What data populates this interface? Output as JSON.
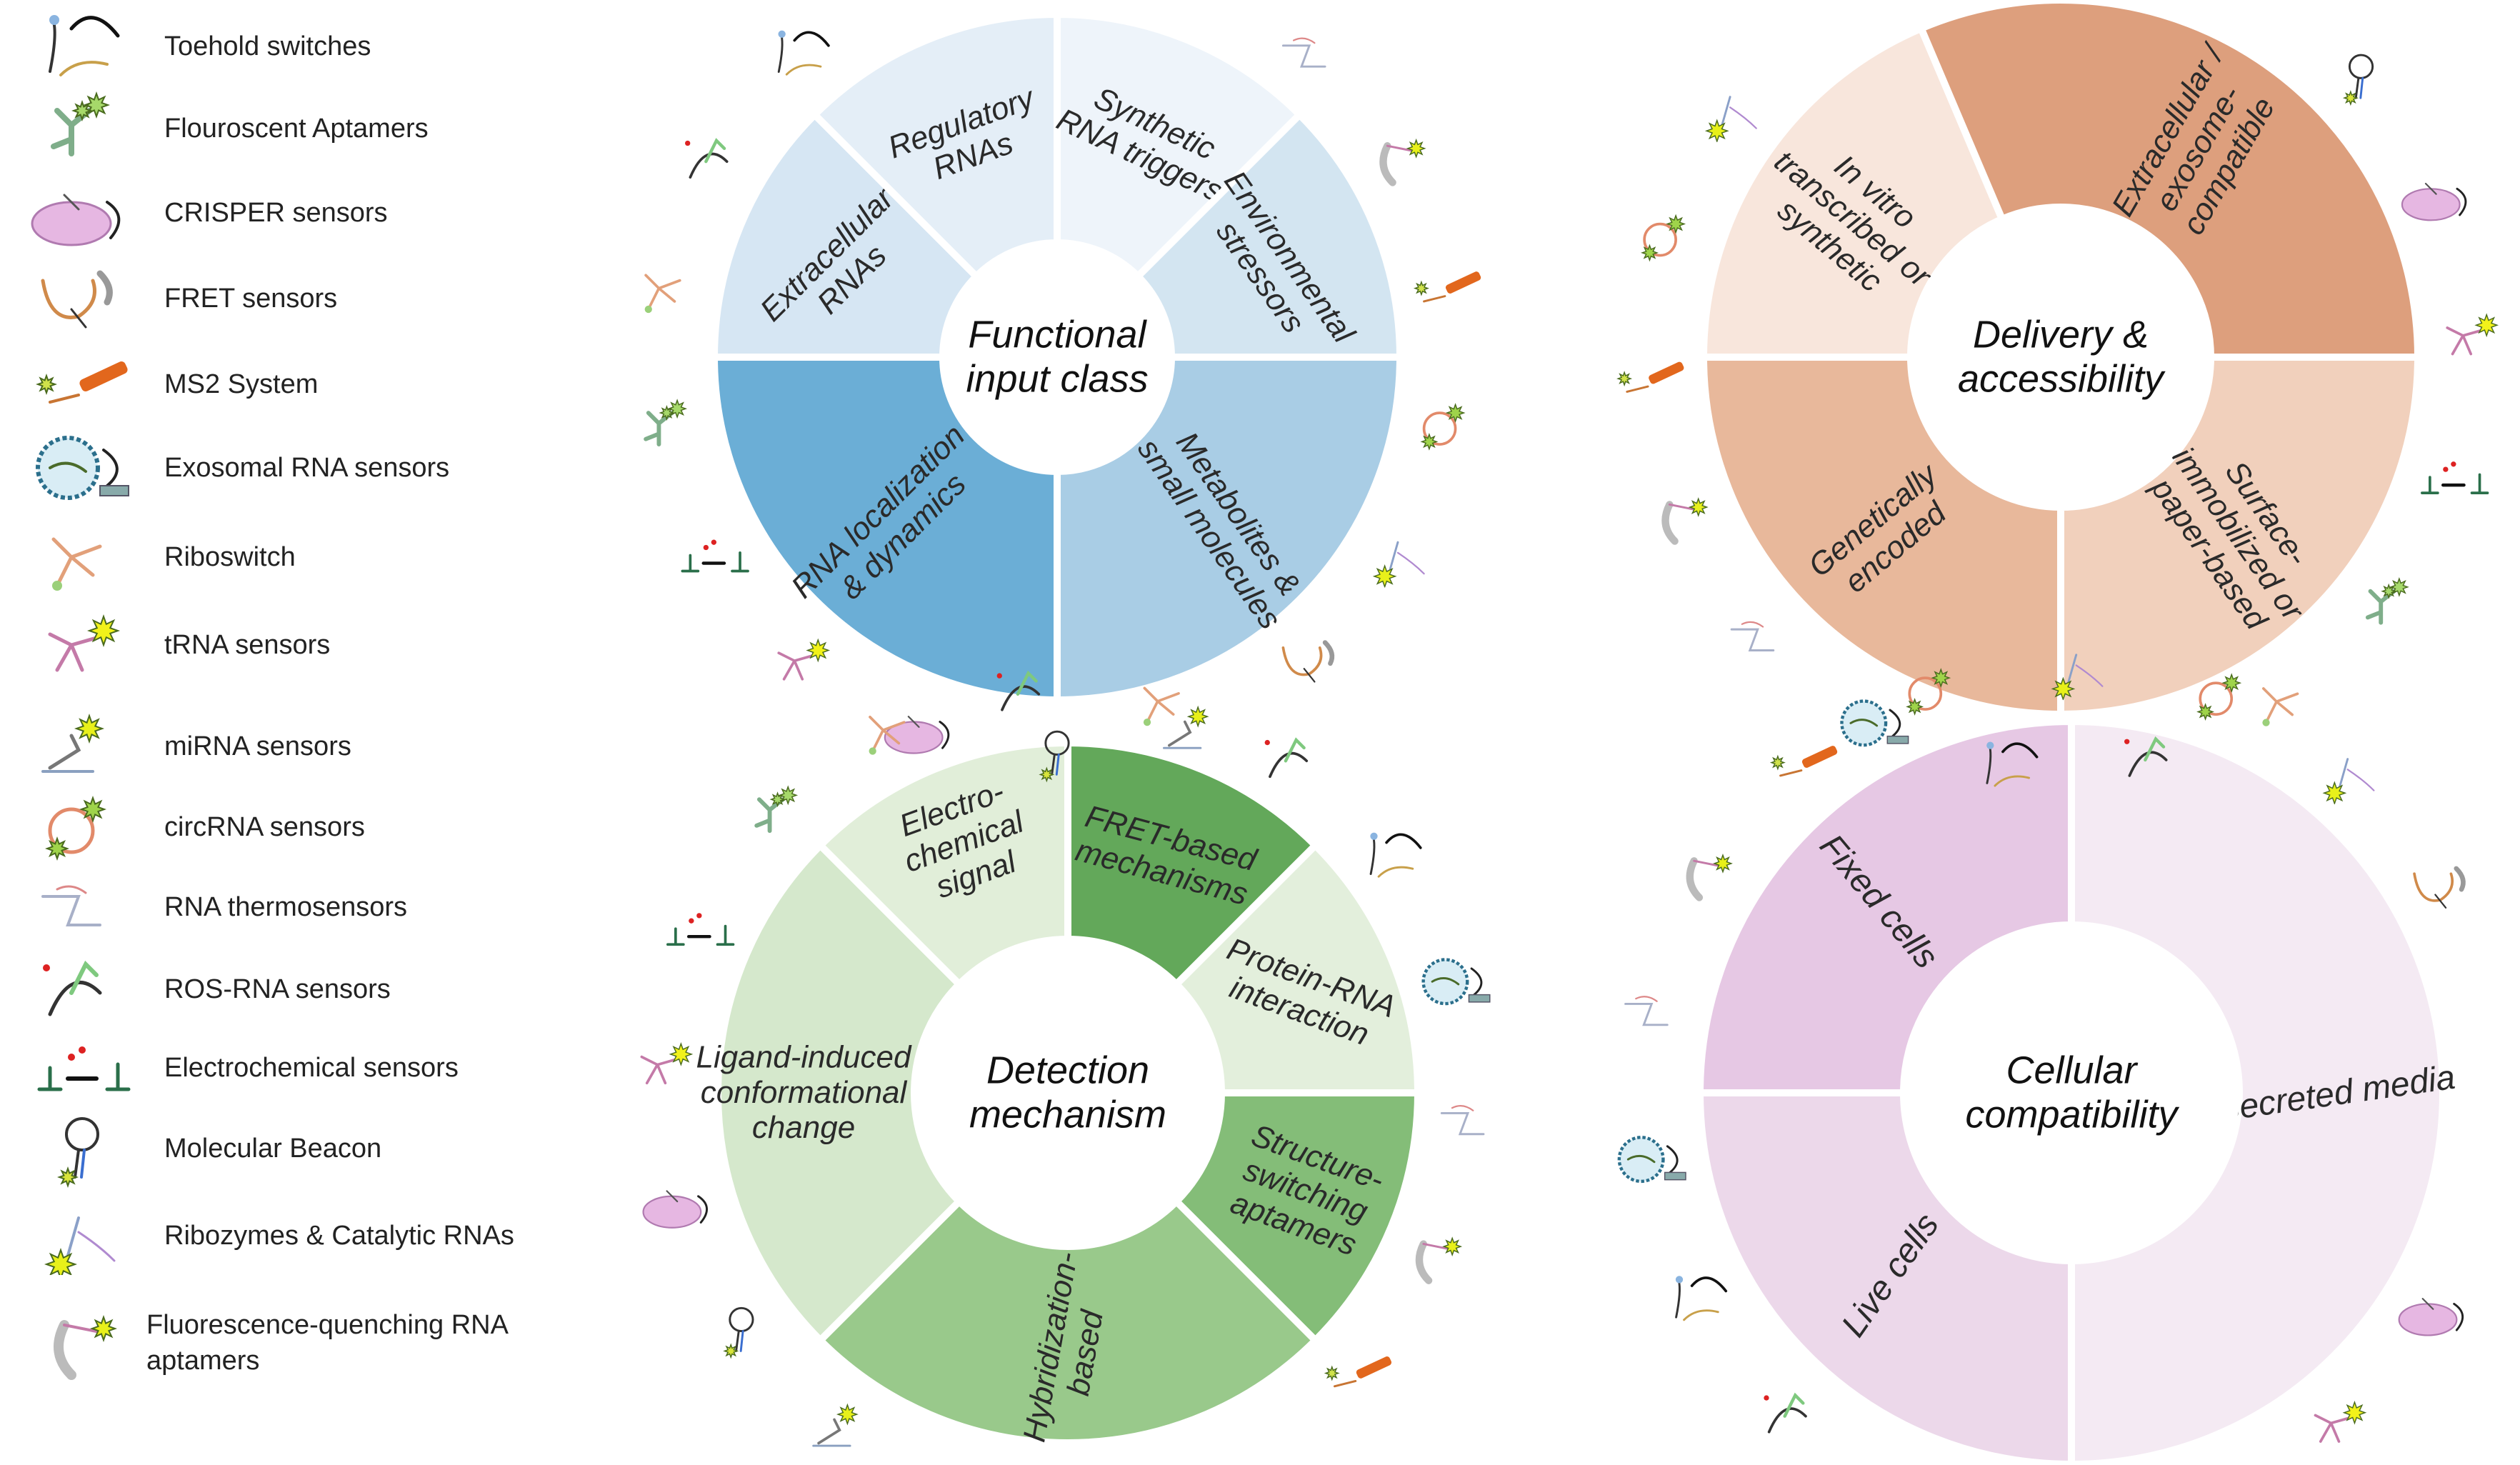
{
  "legend": [
    {
      "icon": "toehold-switch-icon",
      "label": "Toehold switches"
    },
    {
      "icon": "fluorescent-aptamer-icon",
      "label": "Flouroscent Aptamers"
    },
    {
      "icon": "crispr-sensor-icon",
      "label": "CRISPER sensors"
    },
    {
      "icon": "fret-sensor-icon",
      "label": "FRET sensors"
    },
    {
      "icon": "ms2-system-icon",
      "label": "MS2 System"
    },
    {
      "icon": "exosomal-rna-sensor-icon",
      "label": "Exosomal RNA sensors"
    },
    {
      "icon": "riboswitch-icon",
      "label": "Riboswitch"
    },
    {
      "icon": "trna-sensor-icon",
      "label": "tRNA sensors"
    },
    {
      "icon": "mirna-sensor-icon",
      "label": "miRNA sensors"
    },
    {
      "icon": "circrna-sensor-icon",
      "label": "circRNA sensors"
    },
    {
      "icon": "rna-thermosensor-icon",
      "label": "RNA thermosensors"
    },
    {
      "icon": "ros-rna-sensor-icon",
      "label": "ROS-RNA sensors"
    },
    {
      "icon": "electrochemical-sensor-icon",
      "label": "Electrochemical sensors"
    },
    {
      "icon": "molecular-beacon-icon",
      "label": "Molecular Beacon"
    },
    {
      "icon": "ribozyme-icon",
      "label": "Ribozymes & Catalytic RNAs"
    },
    {
      "icon": "fluorescence-quenching-aptamer-icon",
      "label": "Fluorescence-quenching RNA aptamers"
    }
  ],
  "wheels": [
    {
      "id": "functional",
      "center": [
        "Functional",
        "input class"
      ],
      "segments": [
        {
          "lines": [
            "RNA localization",
            "& dynamics"
          ],
          "color": "#6baed6"
        },
        {
          "lines": [
            "Extracellular",
            "RNAs"
          ],
          "color": "#d6e6f3"
        },
        {
          "lines": [
            "Regulatory",
            "RNAs"
          ],
          "color": "#e4eef7"
        },
        {
          "lines": [
            "Synthetic",
            "RNA triggers"
          ],
          "color": "#eef4fa"
        },
        {
          "lines": [
            "Environmental",
            "stressors"
          ],
          "color": "#d3e5f1"
        },
        {
          "lines": [
            "Metabolites &",
            "small molecules"
          ],
          "color": "#a9cde5"
        }
      ]
    },
    {
      "id": "delivery",
      "center": [
        "Delivery &",
        "accessibility"
      ],
      "segments": [
        {
          "lines": [
            "Genetically",
            "encoded"
          ],
          "color": "#e8b89b"
        },
        {
          "lines": [
            "In vitro",
            "transcribed or",
            "synthetic"
          ],
          "color": "#f8e6dc"
        },
        {
          "lines": [
            "Extracellular /",
            "exosome-",
            "compatible"
          ],
          "color": "#dd9f7d"
        },
        {
          "lines": [
            "Surface-",
            "immobilized or",
            "paper-based"
          ],
          "color": "#f1d0bc"
        }
      ]
    },
    {
      "id": "detection",
      "center": [
        "Detection",
        "mechanism"
      ],
      "segments": [
        {
          "lines": [
            "Ligand-induced",
            "conformational",
            "change"
          ],
          "color": "#d5e8cc"
        },
        {
          "lines": [
            "Electro-",
            "chemical",
            "signal"
          ],
          "color": "#e1eed9"
        },
        {
          "lines": [
            "FRET-based",
            "mechanisms"
          ],
          "color": "#63a85a"
        },
        {
          "lines": [
            "Protein-RNA",
            "interaction"
          ],
          "color": "#e3efdc"
        },
        {
          "lines": [
            "Structure-",
            "switching",
            "aptamers"
          ],
          "color": "#84bd78"
        },
        {
          "lines": [
            "Hybridization-",
            "based"
          ],
          "color": "#99c98b"
        }
      ]
    },
    {
      "id": "cellular",
      "center": [
        "Cellular",
        "compatibility"
      ],
      "segments": [
        {
          "lines": [
            "Live cells"
          ],
          "color": "#ecd8ea"
        },
        {
          "lines": [
            "Fixed cells"
          ],
          "color": "#e6c8e4"
        },
        {
          "lines": [
            "Secreted media"
          ],
          "color": "#f4eaf3"
        }
      ]
    }
  ]
}
